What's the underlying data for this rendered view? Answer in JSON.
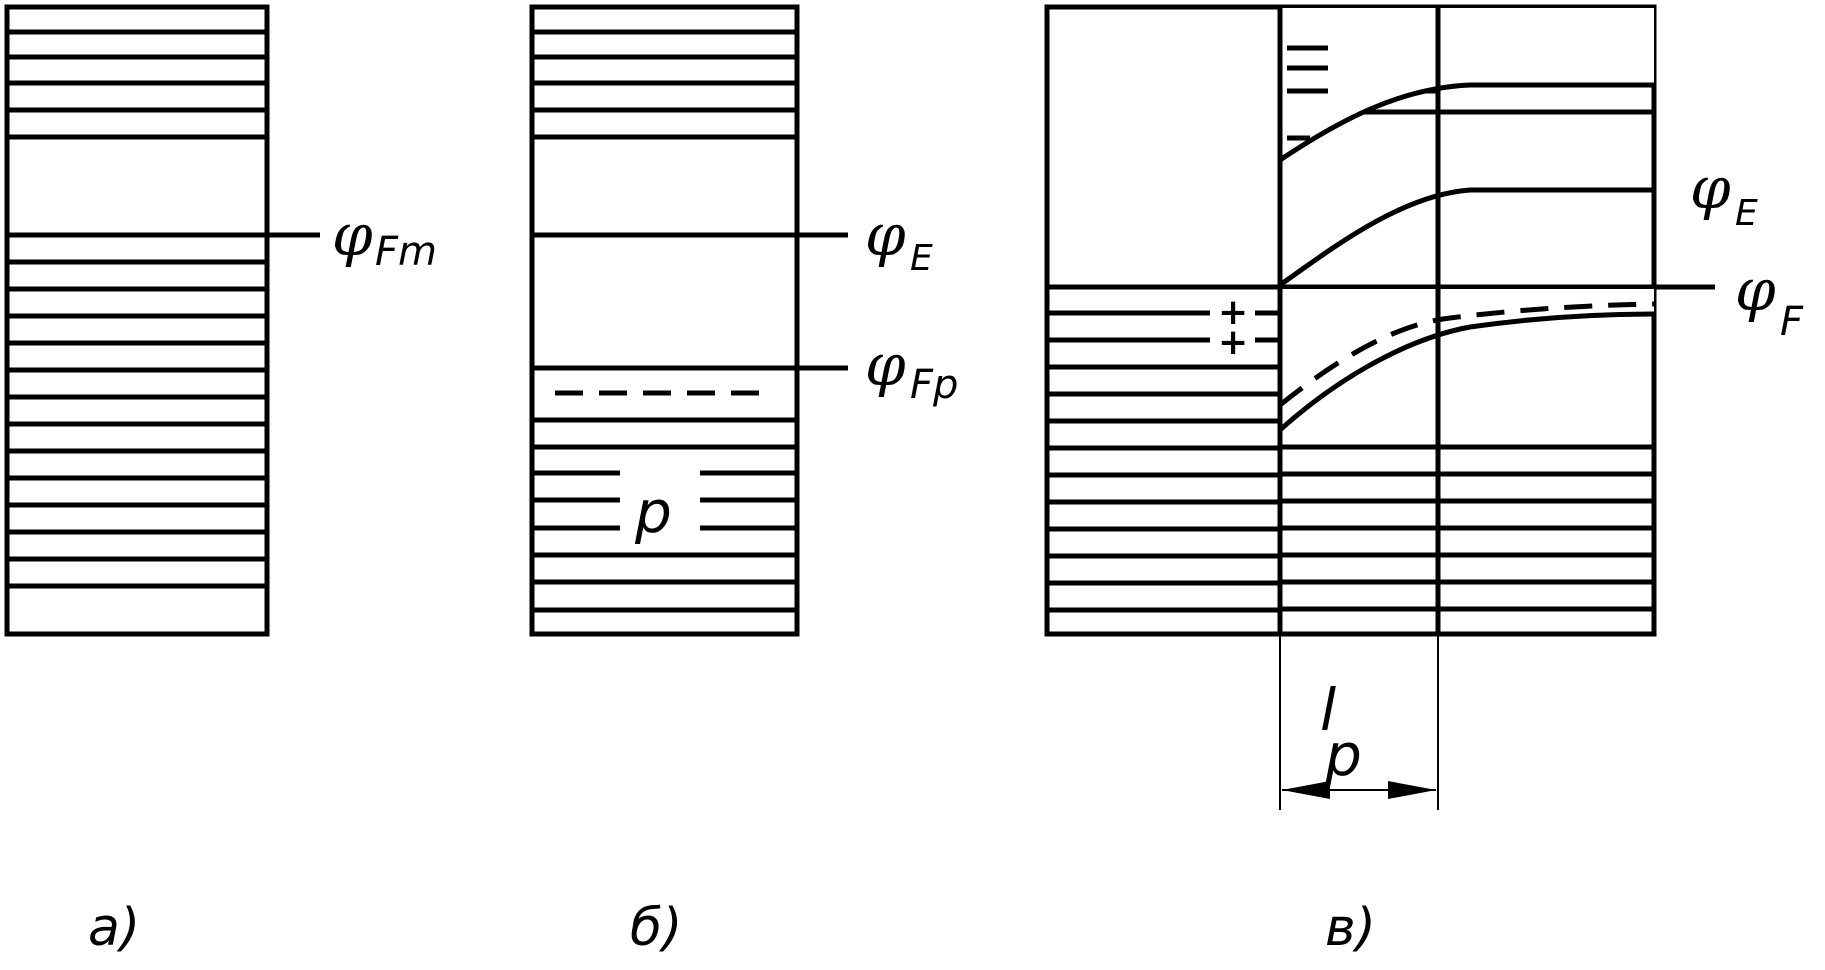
{
  "panels": [
    {
      "caption": "а)",
      "level_label": {
        "symbol": "φ",
        "subscript": "Fm"
      }
    },
    {
      "caption": "б)",
      "level_labels": [
        {
          "symbol": "φ",
          "subscript": "E"
        },
        {
          "symbol": "φ",
          "subscript": "Fp"
        }
      ],
      "carrier_label": "p"
    },
    {
      "caption": "в)",
      "level_labels": [
        {
          "symbol": "φ",
          "subscript": "E"
        },
        {
          "symbol": "φ",
          "subscript": "F"
        }
      ],
      "ion_signs": [
        "+",
        "+"
      ],
      "dimension_label": {
        "symbol": "l",
        "subscript": "p"
      }
    }
  ],
  "colors": {
    "stroke": "#000000",
    "background": "#ffffff"
  }
}
